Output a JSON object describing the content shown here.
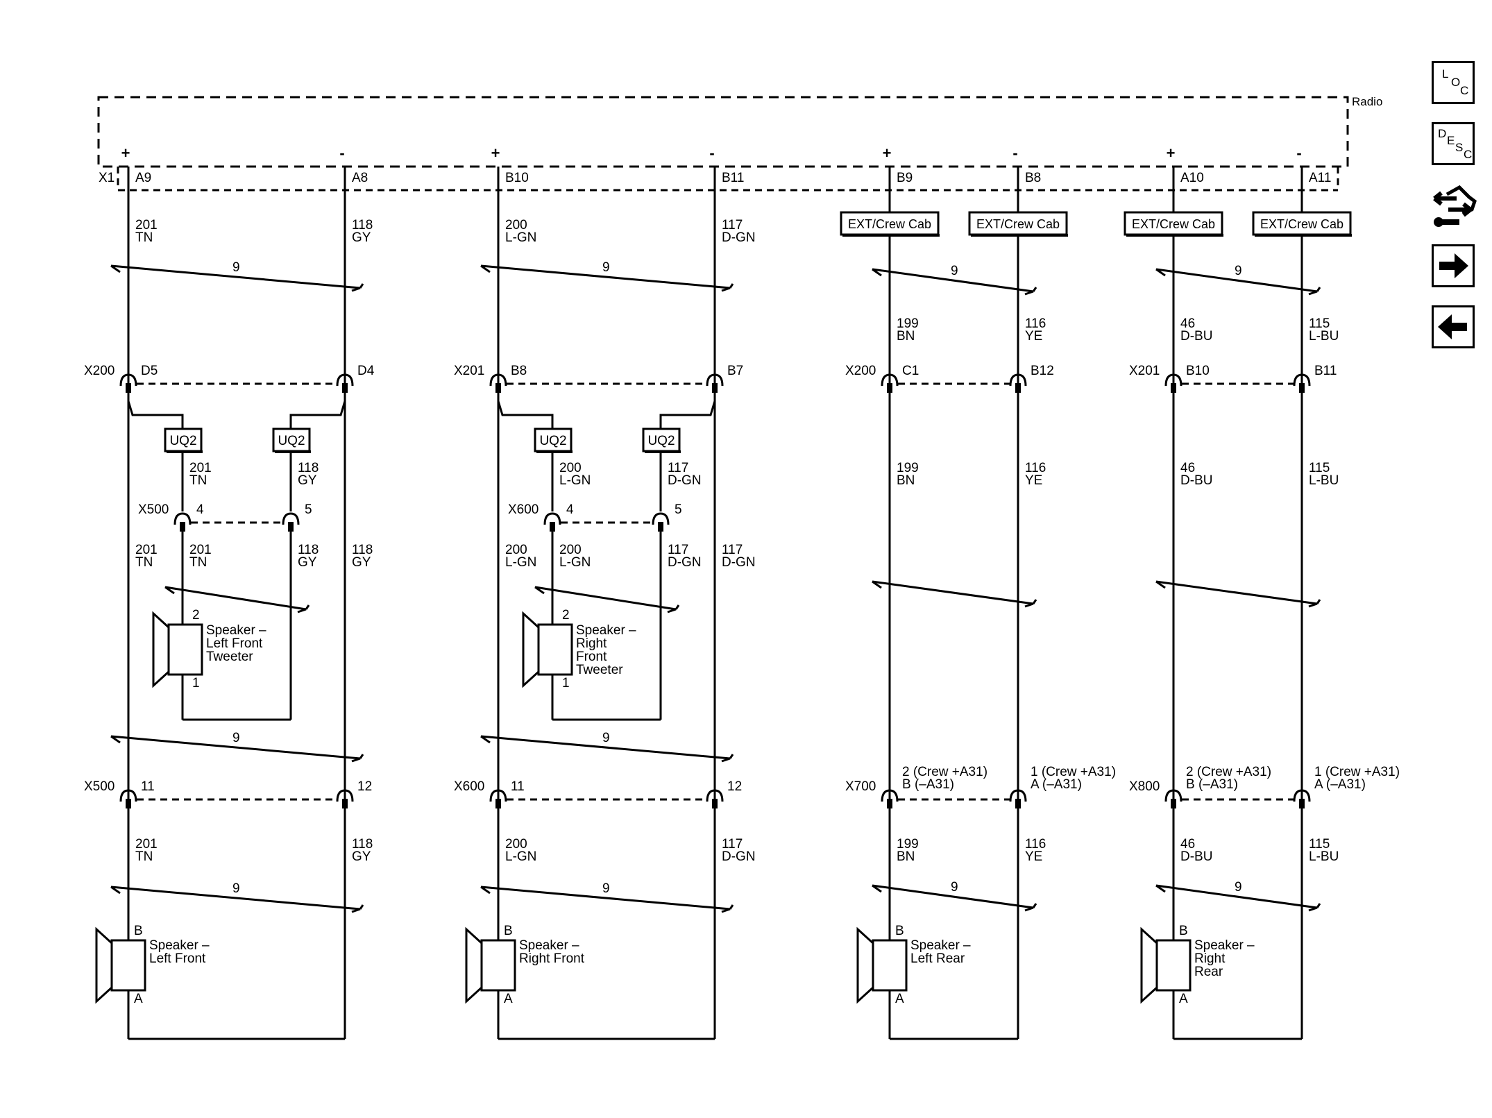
{
  "radio_label": "Radio",
  "x1_label": "X1",
  "polarity": {
    "plus": "+",
    "minus": "-"
  },
  "splice_label": "9",
  "crew_box_label": "EXT/Crew Cab",
  "uq2_label": "UQ2",
  "pin_a": "A",
  "pin_b": "B",
  "pin_1": "1",
  "pin_2": "2",
  "pins": {
    "lf_pos": "A9",
    "lf_neg": "A8",
    "rf_pos": "B10",
    "rf_neg": "B11",
    "lr_pos": "B9",
    "lr_neg": "B8",
    "rr_pos": "A10",
    "rr_neg": "A11"
  },
  "wires": {
    "w201": {
      "num": "201",
      "color": "TN"
    },
    "w118": {
      "num": "118",
      "color": "GY"
    },
    "w200": {
      "num": "200",
      "color": "L-GN"
    },
    "w117": {
      "num": "117",
      "color": "D-GN"
    },
    "w199": {
      "num": "199",
      "color": "BN"
    },
    "w116": {
      "num": "116",
      "color": "YE"
    },
    "w46": {
      "num": "46",
      "color": "D-BU"
    },
    "w115": {
      "num": "115",
      "color": "L-BU"
    }
  },
  "connectors": {
    "x200": "X200",
    "x201": "X201",
    "x500": "X500",
    "x600": "X600",
    "x700": "X700",
    "x800": "X800",
    "d5": "D5",
    "d4": "D4",
    "b8": "B8",
    "b7": "B7",
    "c1": "C1",
    "b12": "B12",
    "b10": "B10",
    "b11": "B11",
    "p4": "4",
    "p5": "5",
    "p11": "11",
    "p12": "12",
    "crew_pin2": "2 (Crew +A31)",
    "crew_pinB": "B (–A31)",
    "crew_pin1": "1 (Crew +A31)",
    "crew_pinA": "A (–A31)"
  },
  "speakers": {
    "lf_tweeter": [
      "Speaker –",
      "Left Front",
      "Tweeter"
    ],
    "rf_tweeter": [
      "Speaker –",
      "Right",
      "Front",
      "Tweeter"
    ],
    "lf": [
      "Speaker –",
      "Left Front"
    ],
    "rf": [
      "Speaker –",
      "Right Front"
    ],
    "lr": [
      "Speaker –",
      "Left Rear"
    ],
    "rr": [
      "Speaker –",
      "Right",
      "Rear"
    ]
  },
  "nav": {
    "loc": [
      "L",
      "O",
      "C"
    ],
    "desc": [
      "D",
      "E",
      "S",
      "C"
    ],
    "icons": [
      "loc-icon",
      "desc-icon",
      "connector-view-icon",
      "next-arrow-icon",
      "previous-arrow-icon"
    ]
  }
}
